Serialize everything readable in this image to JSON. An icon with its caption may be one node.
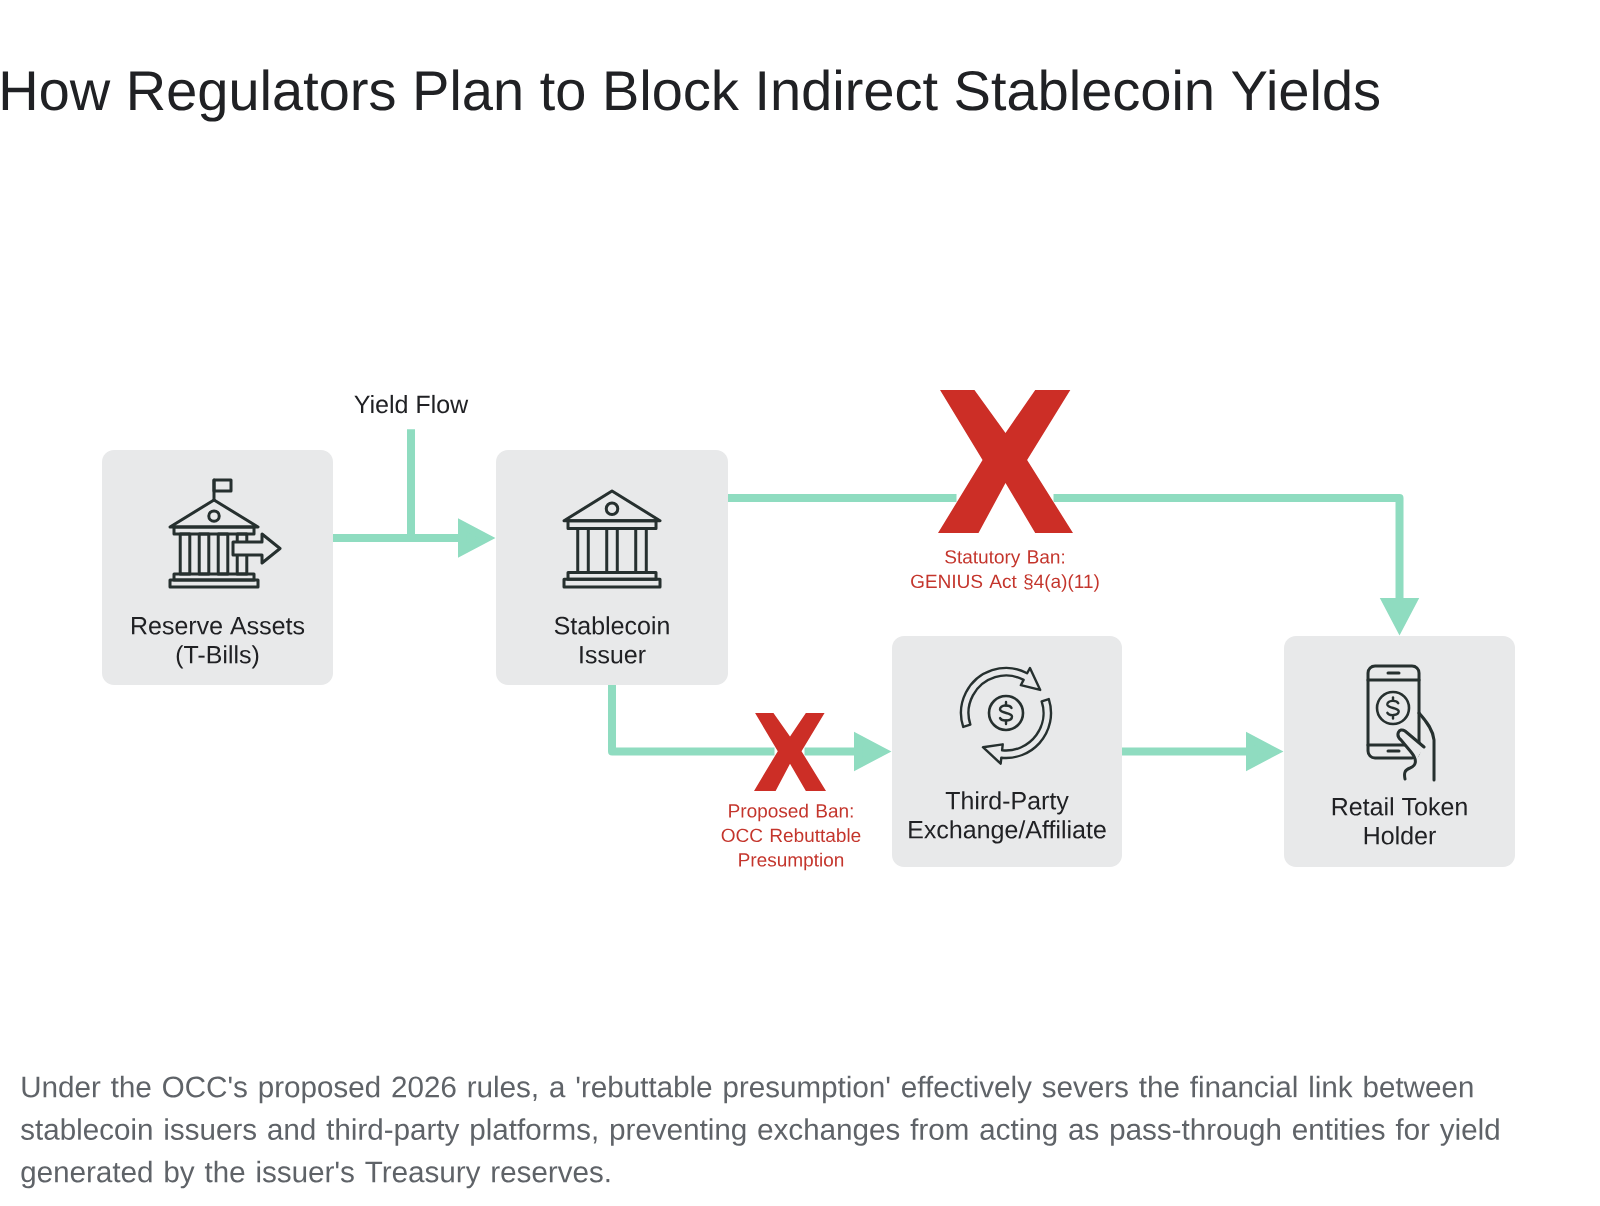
{
  "diagram": {
    "title": "How Regulators Plan to Block Indirect Stablecoin Yields",
    "nodes": [
      {
        "text": [
          "Yield Flow"
        ]
      },
      {
        "text": [
          "Reserve Assets (T-Bills)"
        ]
      },
      {
        "text": [
          "Stablecoin Issuer"
        ]
      },
      {
        "text": [
          "Third-Party Exchange/Affiliate"
        ]
      },
      {
        "text": [
          "Retail Token Holder"
        ]
      },
      {
        "text": [],
        "shape": "cross",
        "beside": [
          "Statutory Ban: GENIUS Act §4(a)(11)"
        ]
      },
      {
        "text": [],
        "shape": "cross",
        "beside": [
          "Proposed Ban: OCC Rebuttable Presumption"
        ]
      }
    ],
    "edges": [
      {
        "from": 1,
        "to": 2,
        "arrow": "to"
      },
      {
        "from": 2,
        "to": 5,
        "arrow": "none"
      },
      {
        "from": 5,
        "to": 4,
        "arrow": "to"
      },
      {
        "from": 2,
        "to": 6,
        "arrow": "none"
      },
      {
        "from": 6,
        "to": 3,
        "arrow": "to"
      },
      {
        "from": 3,
        "to": 4,
        "arrow": "to"
      },
      {
        "from": 0,
        "to": null,
        "arrow": "none"
      }
    ],
    "caption": "Under the OCC's proposed 2026 rules, a 'rebuttable presumption' effectively severs the financial link between stablecoin issuers and third-party platforms, preventing exchanges from acting as pass-through entities for yield generated by the issuer's Treasury reserves."
  }
}
